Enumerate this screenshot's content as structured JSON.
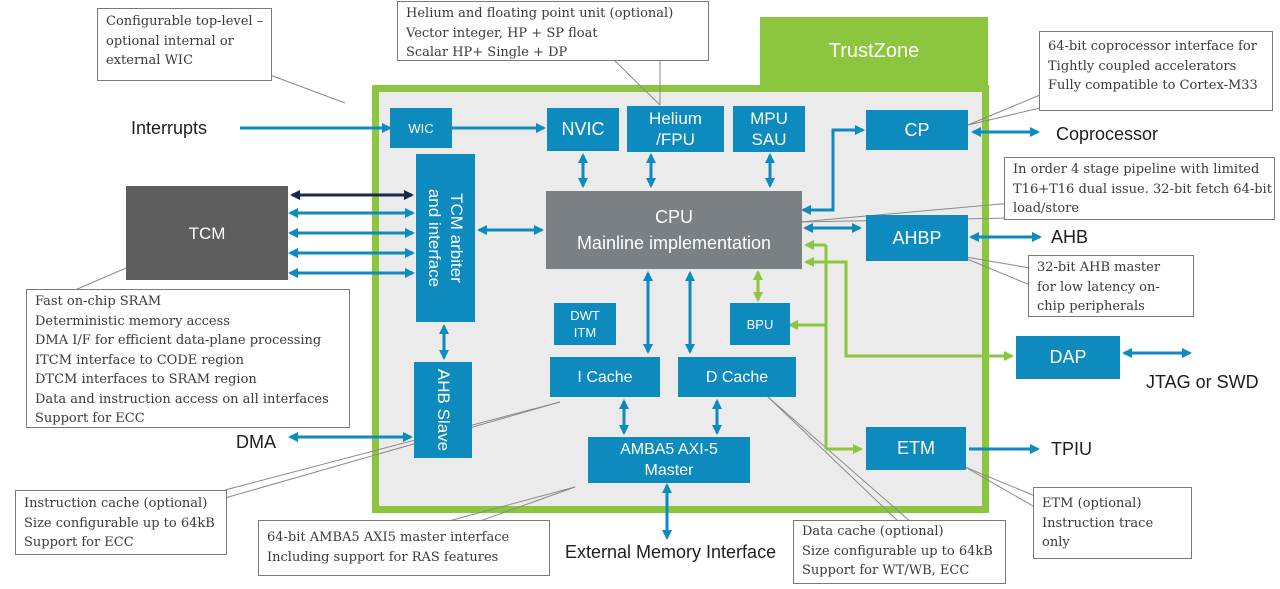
{
  "trustzone_label": "TrustZone",
  "blocks": {
    "wic": "WIC",
    "nvic": "NVIC",
    "helium": [
      "Helium",
      "/FPU"
    ],
    "mpu": [
      "MPU",
      "SAU"
    ],
    "cp": "CP",
    "tcm": "TCM",
    "tcm_arbiter": [
      "TCM arbiter",
      "and interface"
    ],
    "cpu": [
      "CPU",
      "Mainline implementation"
    ],
    "ahbp": "AHBP",
    "dwt": [
      "DWT",
      "ITM"
    ],
    "bpu": "BPU",
    "dap": "DAP",
    "icache": "I Cache",
    "dcache": "D Cache",
    "ahb_slave": "AHB Slave",
    "amba": [
      "AMBA5 AXI-5",
      "Master"
    ],
    "etm": "ETM"
  },
  "external_labels": {
    "interrupts": "Interrupts",
    "coprocessor": "Coprocessor",
    "ahb": "AHB",
    "jtag": "JTAG or SWD",
    "dma": "DMA",
    "tpiu": "TPIU",
    "external_memory": "External Memory Interface"
  },
  "notes": {
    "wic": [
      "Configurable top-level –",
      "optional internal or",
      "external WIC"
    ],
    "helium": [
      "Helium and floating point unit (optional)",
      "Vector integer, HP + SP float",
      "Scalar HP+ Single + DP"
    ],
    "coprocessor": [
      "64-bit coprocessor interface for",
      "Tightly coupled accelerators",
      "Fully compatible to Cortex-M33"
    ],
    "pipeline": [
      "In order 4 stage pipeline with limited",
      "T16+T16 dual issue. 32-bit fetch 64-bit",
      "load/store"
    ],
    "ahbp": [
      "32-bit AHB master",
      "for low latency on-",
      "chip peripherals"
    ],
    "tcm": [
      "Fast on-chip SRAM",
      "Deterministic memory access",
      "DMA I/F for efficient data-plane processing",
      "ITCM interface to CODE region",
      "DTCM interfaces to SRAM region",
      "Data and instruction access on all interfaces",
      "Support for ECC"
    ],
    "icache": [
      "Instruction cache (optional)",
      "Size configurable up to 64kB",
      "Support for ECC"
    ],
    "amba": [
      "64-bit AMBA5 AXI5 master interface",
      "Including support for RAS features"
    ],
    "dcache": [
      "Data cache (optional)",
      "Size configurable up to 64kB",
      "Support for WT/WB, ECC"
    ],
    "etm": [
      "ETM (optional)",
      "Instruction trace",
      "only"
    ]
  },
  "colors": {
    "trustzone_green": "#8cc63e",
    "block_blue": "#0d8bbf",
    "cpu_gray": "#7b8084",
    "tcm_gray": "#5e5e5e",
    "core_bg": "#ebebeb",
    "navy": "#1b2a4a"
  }
}
